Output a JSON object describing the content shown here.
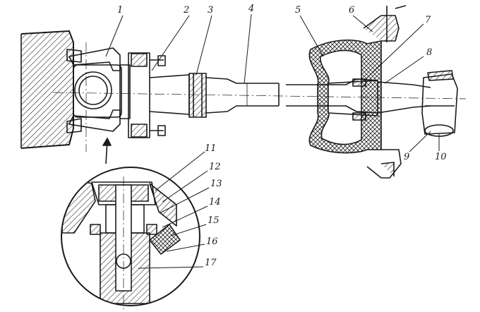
{
  "figure": {
    "callouts": [
      {
        "id": "1",
        "text": "1"
      },
      {
        "id": "2",
        "text": "2"
      },
      {
        "id": "3",
        "text": "3"
      },
      {
        "id": "4",
        "text": "4"
      },
      {
        "id": "5",
        "text": "5"
      },
      {
        "id": "6",
        "text": "6"
      },
      {
        "id": "7",
        "text": "7"
      },
      {
        "id": "8",
        "text": "8"
      },
      {
        "id": "9",
        "text": "9"
      },
      {
        "id": "10",
        "text": "10"
      },
      {
        "id": "11",
        "text": "11"
      },
      {
        "id": "12",
        "text": "12"
      },
      {
        "id": "13",
        "text": "13"
      },
      {
        "id": "14",
        "text": "14"
      },
      {
        "id": "15",
        "text": "15"
      },
      {
        "id": "16",
        "text": "16"
      },
      {
        "id": "17",
        "text": "17"
      }
    ],
    "colors": {
      "ink": "#1a1a1a",
      "paper": "#ffffff",
      "hatch": "#2a2a2a"
    }
  }
}
